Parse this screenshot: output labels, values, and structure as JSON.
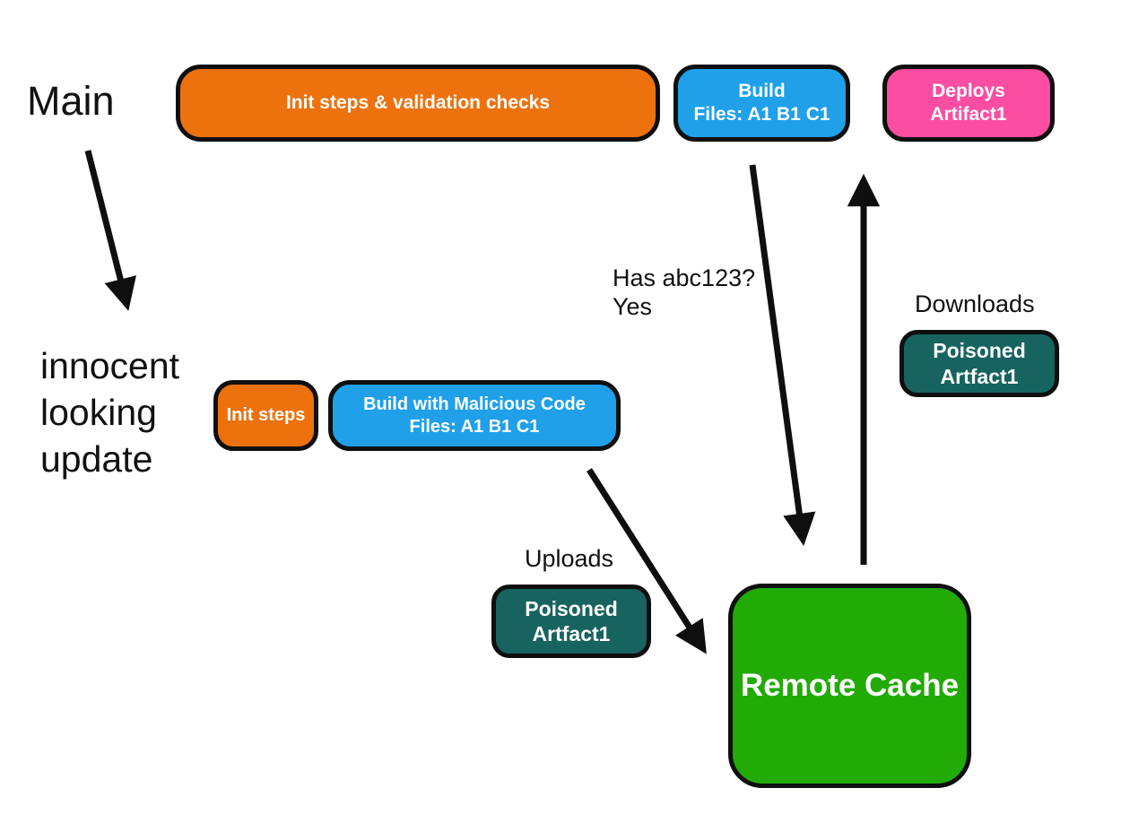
{
  "colors": {
    "orange": "#ED720E",
    "blue": "#1FA0E9",
    "pink": "#FB4DA1",
    "teal": "#17635F",
    "green": "#22AB07",
    "line": "#0F0F0F"
  },
  "labels": {
    "main": "Main",
    "innocent_update": "innocent\nlooking\nupdate",
    "has_abc123": "Has abc123?\nYes",
    "downloads": "Downloads",
    "uploads": "Uploads"
  },
  "nodes": {
    "init_validation": "Init steps & validation checks",
    "build": "Build\nFiles: A1 B1 C1",
    "deploys": "Deploys\nArtifact1",
    "init_steps": "Init steps",
    "build_malicious": "Build with Malicious Code\nFiles: A1 B1 C1",
    "poisoned_download": "Poisoned\nArtfact1",
    "poisoned_upload": "Poisoned\nArtfact1",
    "remote_cache": "Remote Cache"
  },
  "arrows": [
    {
      "name": "main-to-innocent-update",
      "from": "main-label",
      "to": "innocent-update-label"
    },
    {
      "name": "build-to-remote-cache",
      "from": "build-node",
      "to": "remote-cache-node",
      "annotation": "Has abc123? Yes"
    },
    {
      "name": "remote-cache-to-deploys",
      "from": "remote-cache-node",
      "to": "deploys-node",
      "annotation": "Downloads"
    },
    {
      "name": "malicious-build-to-remote-cache",
      "from": "build-malicious-node",
      "to": "remote-cache-node",
      "annotation": "Uploads"
    }
  ]
}
